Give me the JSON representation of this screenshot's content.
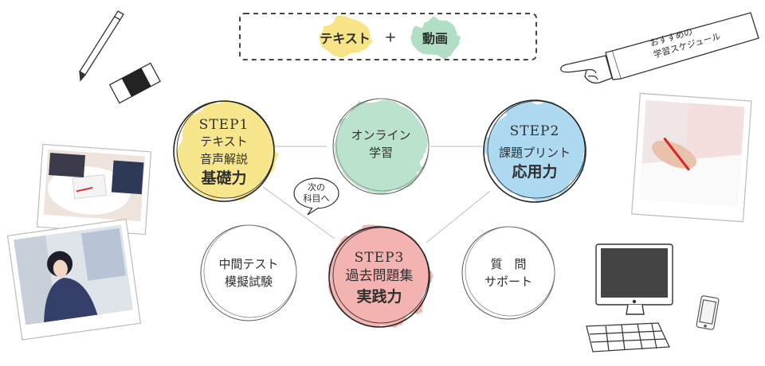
{
  "header": {
    "text_label": "テキスト",
    "plus": "+",
    "video_label": "動画"
  },
  "tag": {
    "line1": "おすすめの",
    "line2": "学習スケジュール"
  },
  "nodes": {
    "step1": {
      "title": "STEP1",
      "line1": "テキスト",
      "line2": "音声解説",
      "line3": "基礎力"
    },
    "online": {
      "line1": "オンライン",
      "line2": "学習"
    },
    "step2": {
      "title": "STEP2",
      "line1": "課題プリント",
      "line2": "応用力"
    },
    "midterm": {
      "line1": "中間テスト",
      "line2": "模擬試験"
    },
    "step3": {
      "title": "STEP3",
      "line1": "過去問題集",
      "line2": "実践力"
    },
    "question": {
      "line1": "質　問",
      "line2": "サポート"
    }
  },
  "bubble": {
    "line1": "次の",
    "line2": "科目へ"
  },
  "colors": {
    "yellow": "#f7e27a",
    "green": "#a9dcc0",
    "blue": "#9fd3ef",
    "red": "#f2a6a3",
    "ink": "#333333"
  }
}
